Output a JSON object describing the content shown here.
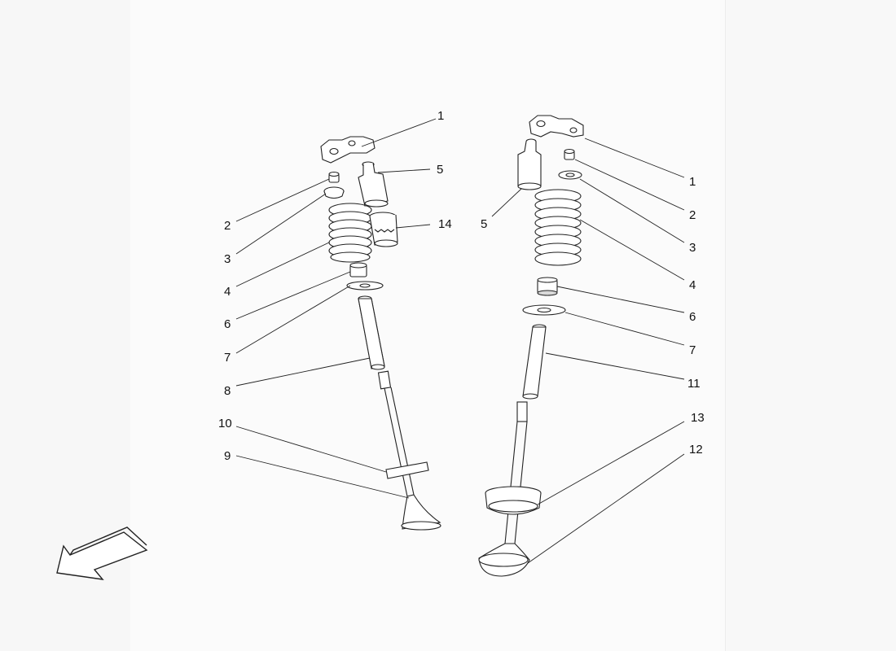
{
  "labels": {
    "L1": "1",
    "L2": "2",
    "L3": "3",
    "L4": "4",
    "L5": "5",
    "L6": "6",
    "L7": "7",
    "L8": "8",
    "L9": "9",
    "L10": "10",
    "L14": "14",
    "R1": "1",
    "R2": "2",
    "R3": "3",
    "R4": "4",
    "R5": "5",
    "R6": "6",
    "R7": "7",
    "R11": "11",
    "R12": "12",
    "R13": "13"
  },
  "icons": {
    "direction": "direction-arrow-icon"
  },
  "colors": {
    "stroke": "#222222",
    "part_fill": "#ffffff",
    "shade": "#d9d9d9",
    "background": "#f7f7f7"
  }
}
